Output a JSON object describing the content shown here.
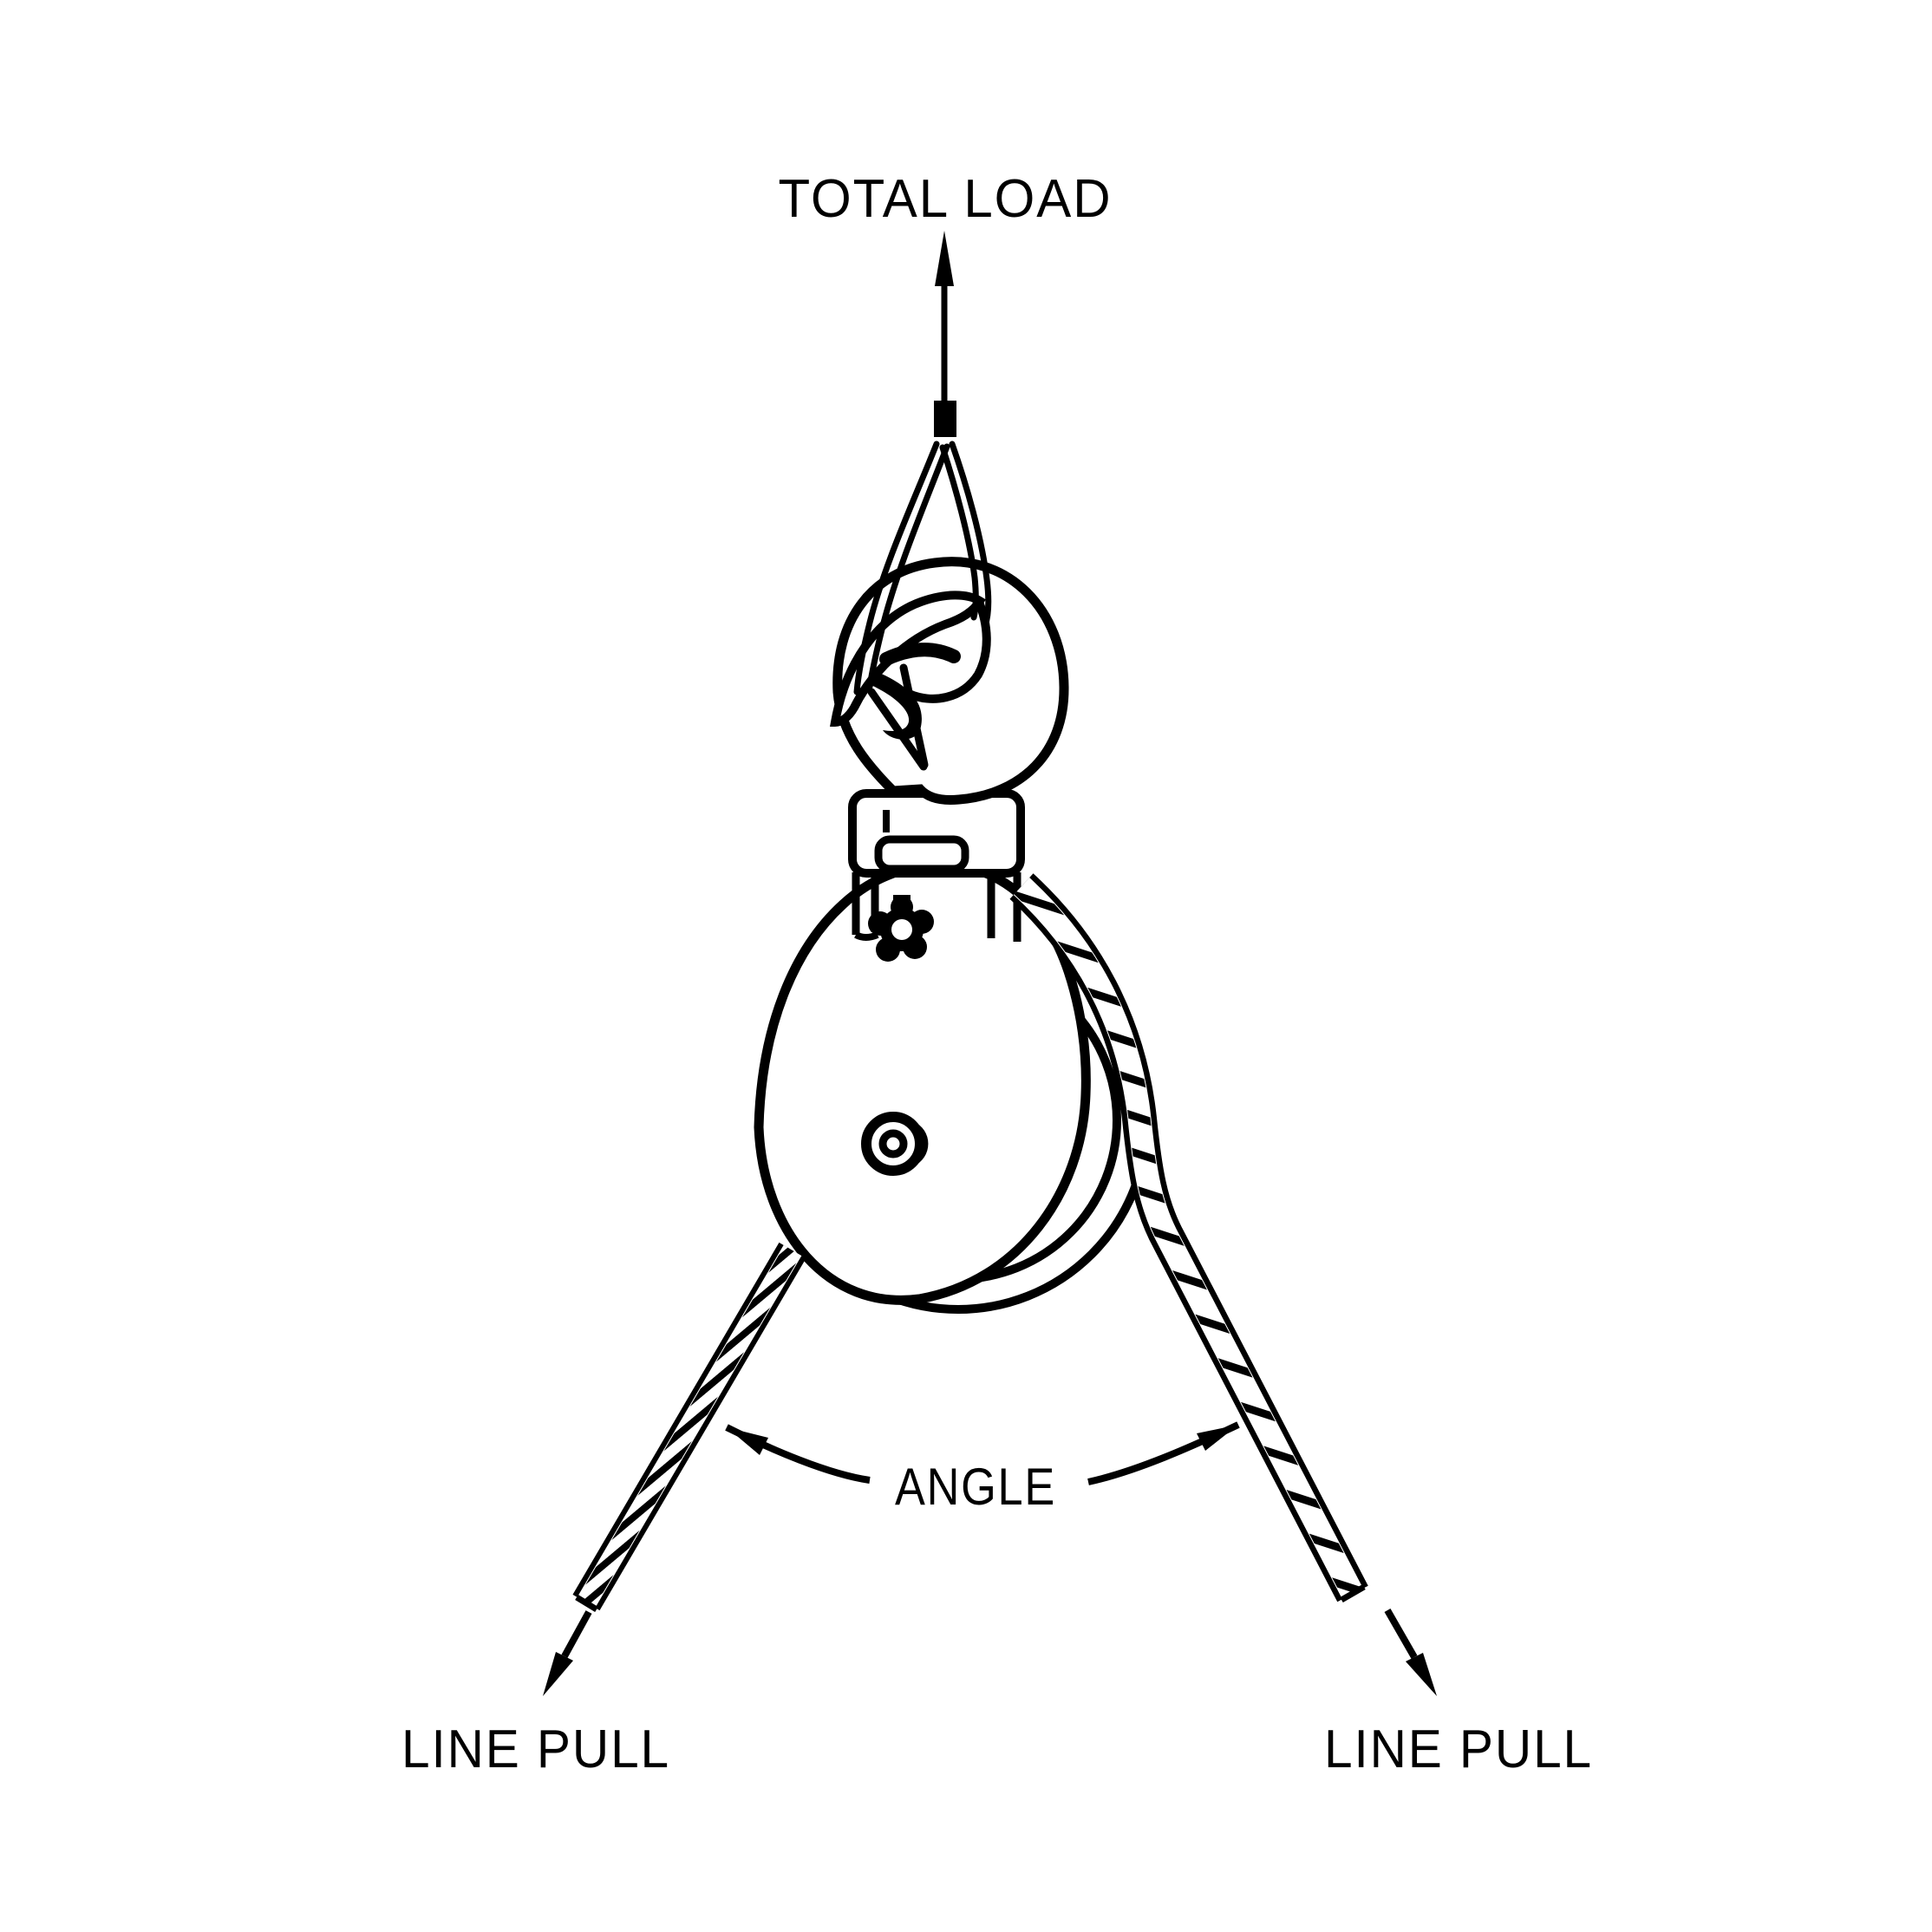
{
  "figure": {
    "type": "technical-line-drawing",
    "subject": "snatch-block-with-swivel-hook-and-wire-rope",
    "background_color": "#ffffff",
    "ink_color": "#000000",
    "labels": {
      "total_load": "TOTAL LOAD",
      "angle": "ANGLE",
      "line_pull_left": "LINE PULL",
      "line_pull_right": "LINE PULL"
    },
    "icons": {
      "up_arrow": "load-direction-arrow",
      "down_left_arrow": "line-pull-direction-arrow",
      "down_right_arrow": "line-pull-direction-arrow",
      "leader_arrows": "angle-leader-arrowheads"
    }
  }
}
